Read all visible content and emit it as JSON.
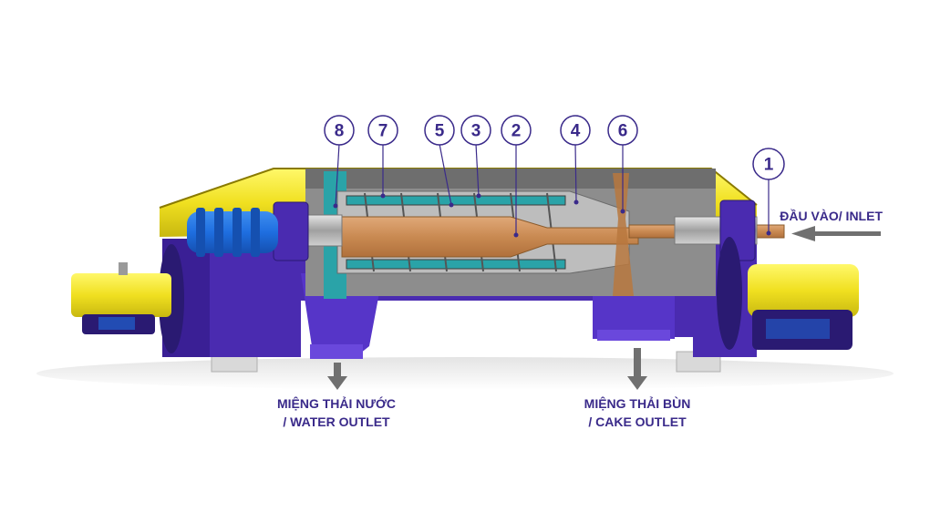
{
  "colors": {
    "purple": "#4a2bb0",
    "purple_dark": "#2a1a72",
    "yellow": "#f0e020",
    "blue": "#1e6ee0",
    "teal": "#2aa3a8",
    "sludge": "#c98a52",
    "steel": "#a9a9a9",
    "text": "#3a2a8a",
    "arrow": "#707070"
  },
  "callouts": [
    "1",
    "2",
    "3",
    "4",
    "5",
    "6",
    "7",
    "8"
  ],
  "inlet": {
    "label": "ĐẦU VÀO/ INLET"
  },
  "water_outlet": {
    "line1": "MIỆNG THẢI NƯỚC",
    "line2": "/ WATER OUTLET"
  },
  "cake_outlet": {
    "line1": "MIỆNG THẢI BÙN",
    "line2": "/ CAKE OUTLET"
  }
}
